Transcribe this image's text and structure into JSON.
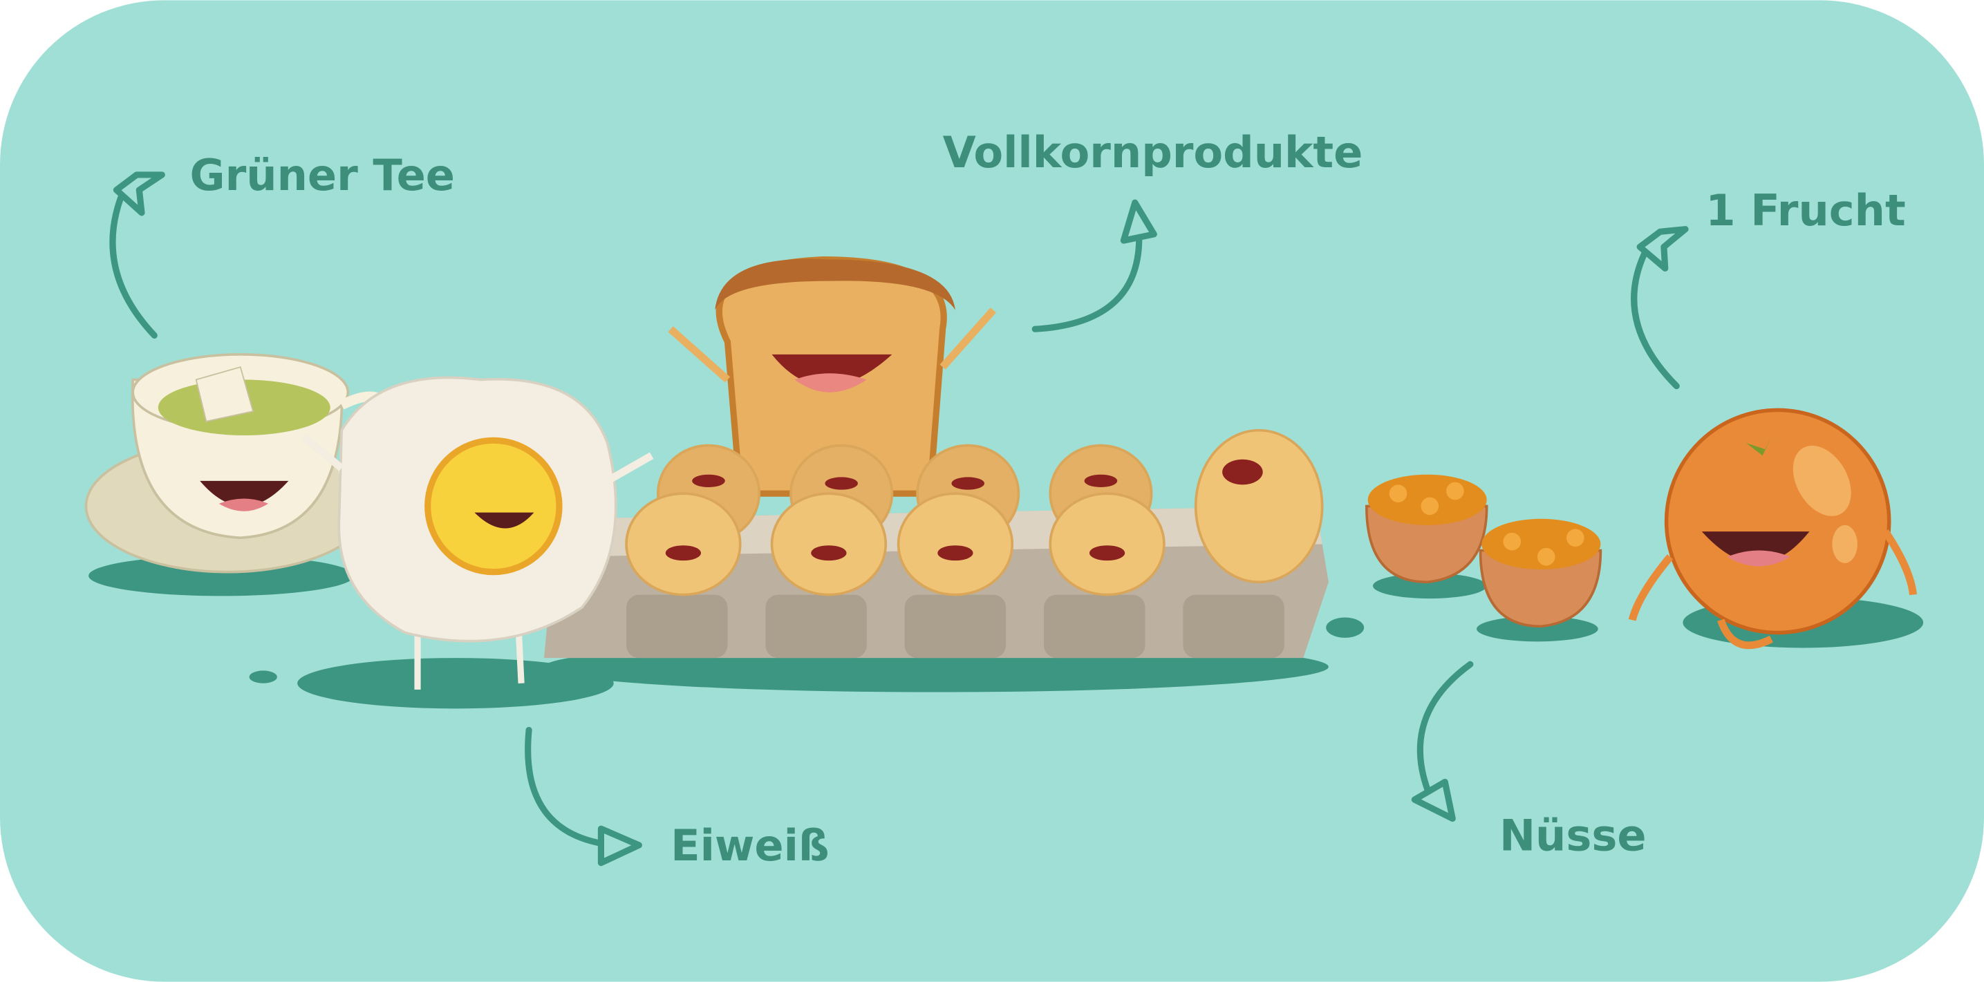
{
  "labels": {
    "green_tea": "Grüner Tee",
    "whole_grain": "Vollkornprodukte",
    "fruit": "1 Frucht",
    "protein": "Eiweiß",
    "nuts": "Nüsse"
  },
  "colors": {
    "background": "#a0dfd5",
    "label": "#3d8f7c",
    "shadow": "#3d9682",
    "egg": "#f0c476",
    "toast": "#e9b062",
    "orange": "#e88a38",
    "carton": "#bcb0a0"
  }
}
